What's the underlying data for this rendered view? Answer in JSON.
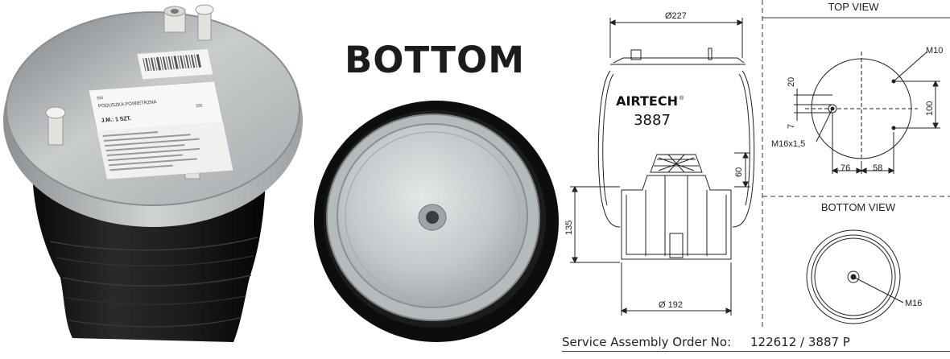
{
  "heading": "BOTTOM",
  "label": {
    "line1": "PODUSZKA POWIETRZNA",
    "line2": "J.M.: 1 SZT.",
    "num1": "350",
    "num2": "350"
  },
  "drawing": {
    "brand": "AIRTECH",
    "brand_mark": "®",
    "part_number": "3887",
    "dim_top_diameter": "Ø227",
    "dim_bottom_diameter": "Ø 192",
    "dim_height": "135",
    "dim_piston": "60",
    "top_view": {
      "title": "TOP VIEW",
      "m10": "M10",
      "m16": "M16x1,5",
      "dim_20": "20",
      "dim_7": "7",
      "dim_100": "100",
      "dim_76": "76",
      "dim_58": "58"
    },
    "bottom_view": {
      "title": "BOTTOM VIEW",
      "m16": "M16"
    }
  },
  "footer": {
    "label": "Service Assembly Order No:",
    "value": "122612 / 3887 P"
  }
}
